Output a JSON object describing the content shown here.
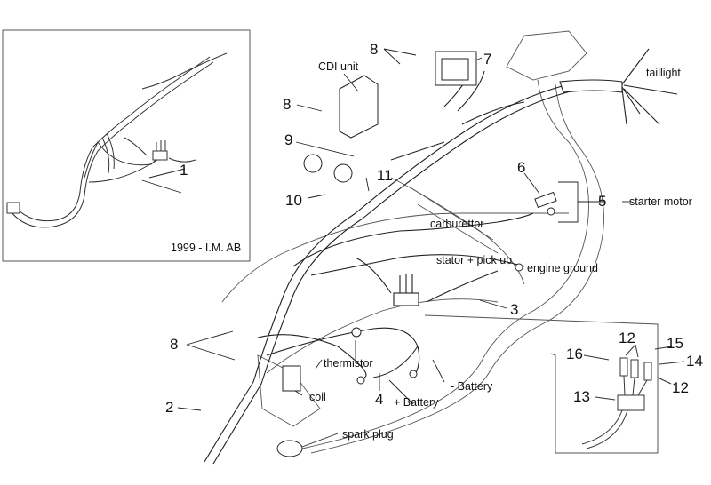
{
  "diagram": {
    "title": "Wiring harness exploded view",
    "inset_harness": {
      "part_number": "1",
      "caption": "1999 - I.M. AB"
    },
    "inset_fuse_box": {
      "callouts": [
        "12",
        "12",
        "13",
        "14",
        "15",
        "16"
      ]
    },
    "callouts": [
      {
        "number": "1",
        "label": ""
      },
      {
        "number": "2",
        "label": ""
      },
      {
        "number": "3",
        "label": ""
      },
      {
        "number": "4",
        "label": "+ Battery"
      },
      {
        "number": "5",
        "label": "starter motor"
      },
      {
        "number": "6",
        "label": ""
      },
      {
        "number": "7",
        "label": ""
      },
      {
        "number": "8",
        "label": ""
      },
      {
        "number": "9",
        "label": ""
      },
      {
        "number": "10",
        "label": ""
      },
      {
        "number": "11",
        "label": ""
      },
      {
        "number": "12",
        "label": ""
      },
      {
        "number": "13",
        "label": ""
      },
      {
        "number": "14",
        "label": ""
      },
      {
        "number": "15",
        "label": ""
      },
      {
        "number": "16",
        "label": ""
      }
    ],
    "component_labels": {
      "cdi_unit": "CDI unit",
      "taillight": "taillight",
      "starter_motor": "starter motor",
      "carburettor": "carburettor",
      "stator_pickup": "stator + pick up",
      "engine_ground": "engine ground",
      "thermistor": "thermistor",
      "coil": "coil",
      "plus_battery": "+ Battery",
      "minus_battery": "- Battery",
      "spark_plug": "spark plug"
    },
    "numbers": {
      "n1": "1",
      "n2": "2",
      "n3": "3",
      "n4": "4",
      "n5": "5",
      "n6": "6",
      "n7": "7",
      "n8a": "8",
      "n8b": "8",
      "n8c": "8",
      "n9": "9",
      "n10": "10",
      "n11": "11",
      "n12a": "12",
      "n12b": "12",
      "n13": "13",
      "n14": "14",
      "n15": "15",
      "n16": "16"
    }
  }
}
